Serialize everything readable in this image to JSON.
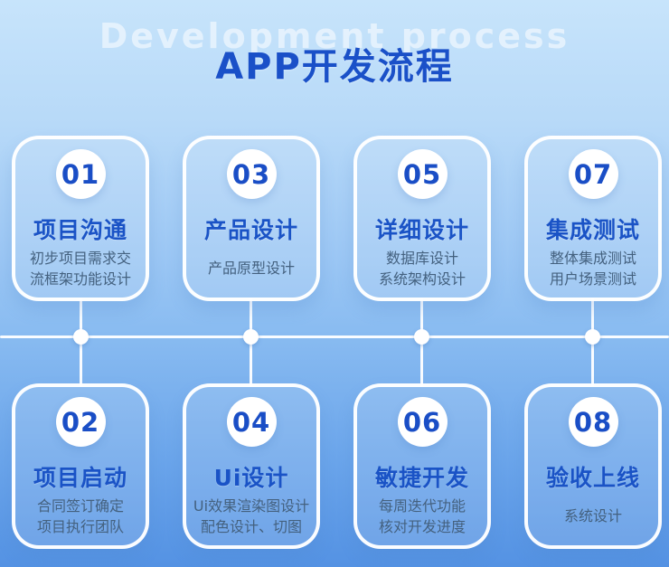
{
  "header": {
    "watermark": "Development process",
    "title": "APP开发流程"
  },
  "colors": {
    "title_blue": "#1a50c8",
    "number_blue": "#1a4ec6",
    "desc_gray_blue": "#44617f",
    "line_white": "#ffffff",
    "background_top": "#c7e4fb",
    "background_bottom": "#5492e3"
  },
  "rows": {
    "top": [
      {
        "num": "01",
        "title": "项目沟通",
        "desc": "初步项目需求交\n流框架功能设计"
      },
      {
        "num": "03",
        "title": "产品设计",
        "desc": "产品原型设计"
      },
      {
        "num": "05",
        "title": "详细设计",
        "desc": "数据库设计\n系统架构设计"
      },
      {
        "num": "07",
        "title": "集成测试",
        "desc": "整体集成测试\n用户场景测试"
      }
    ],
    "bottom": [
      {
        "num": "02",
        "title": "项目启动",
        "desc": "合同签订确定\n项目执行团队"
      },
      {
        "num": "04",
        "title": "Ui设计",
        "desc": "Ui效果渲染图设计\n配色设计、切图"
      },
      {
        "num": "06",
        "title": "敏捷开发",
        "desc": "每周迭代功能\n核对开发进度"
      },
      {
        "num": "08",
        "title": "验收上线",
        "desc": "系统设计"
      }
    ]
  }
}
